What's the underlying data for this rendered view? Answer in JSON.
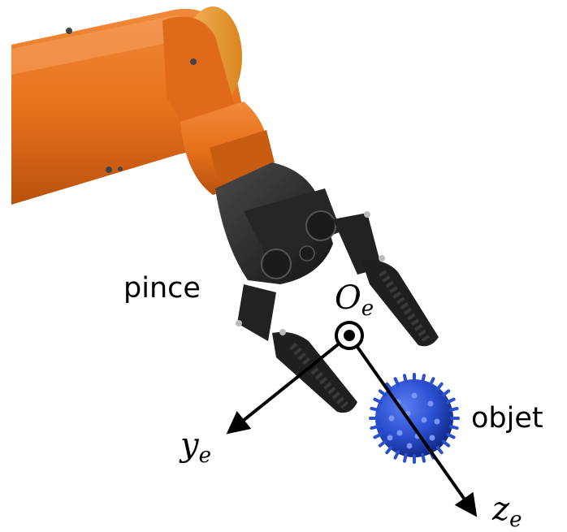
{
  "labels": {
    "gripper": "pince",
    "object": "objet",
    "origin": {
      "main": "O",
      "sub": "e"
    },
    "y_axis": {
      "main": "y",
      "sub": "e"
    },
    "z_axis": {
      "main": "z",
      "sub": "e"
    }
  },
  "colors": {
    "arm_orange": "#e8711c",
    "arm_orange_dark": "#b9520d",
    "joint_yellow": "#f0a43a",
    "gripper_black": "#2a2a2a",
    "ball_blue": "#2a4fd0",
    "ball_blue_dark": "#16308f",
    "axis_black": "#000000"
  },
  "icons": {
    "robot": "robot-arm-image",
    "ball": "spiky-ball-image"
  }
}
